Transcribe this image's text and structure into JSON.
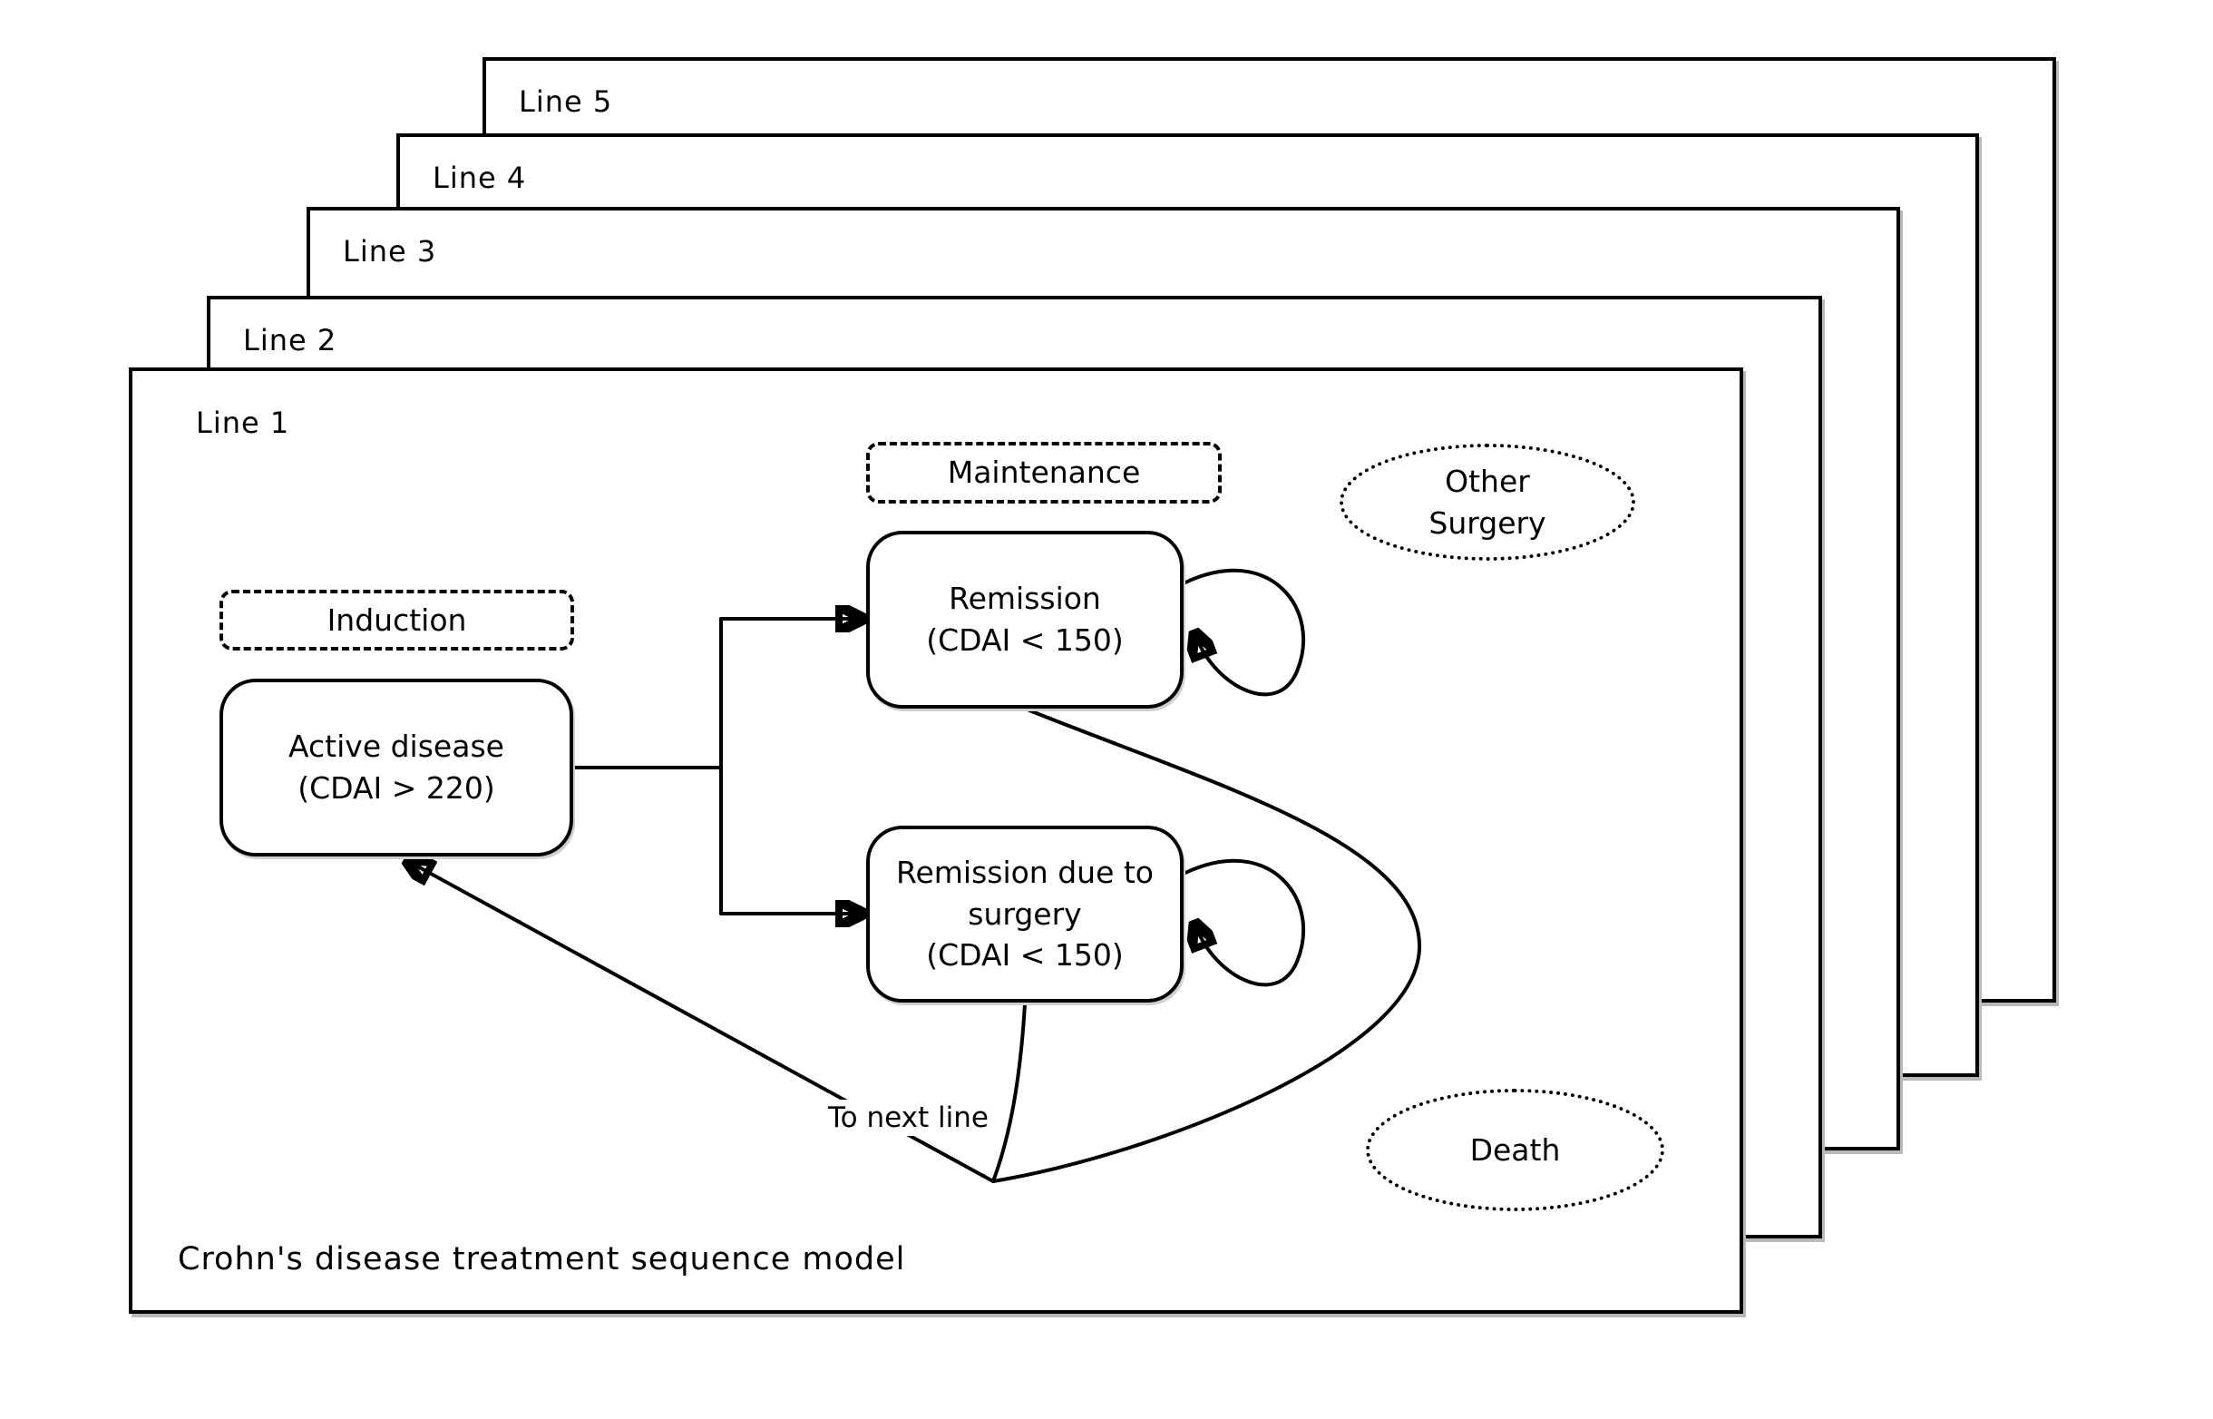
{
  "panels": [
    {
      "label": "Line 5"
    },
    {
      "label": "Line 4"
    },
    {
      "label": "Line 3"
    },
    {
      "label": "Line 2"
    },
    {
      "label": "Line 1"
    }
  ],
  "phase_labels": {
    "induction": "Induction",
    "maintenance": "Maintenance"
  },
  "states": {
    "active_disease": {
      "line1": "Active disease",
      "line2": "(CDAI > 220)"
    },
    "remission": {
      "line1": "Remission",
      "line2": "(CDAI < 150)"
    },
    "remission_surgery": {
      "line1": "Remission due to",
      "line2": "surgery",
      "line3": "(CDAI < 150)"
    },
    "other_surgery": {
      "line1": "Other",
      "line2": "Surgery"
    },
    "death": {
      "label": "Death"
    }
  },
  "annotations": {
    "to_next_line": "To next line",
    "caption": "Crohn's disease treatment sequence model"
  },
  "colors": {
    "stroke": "#000000",
    "background": "#ffffff",
    "shadow": "#b9b9b9"
  }
}
